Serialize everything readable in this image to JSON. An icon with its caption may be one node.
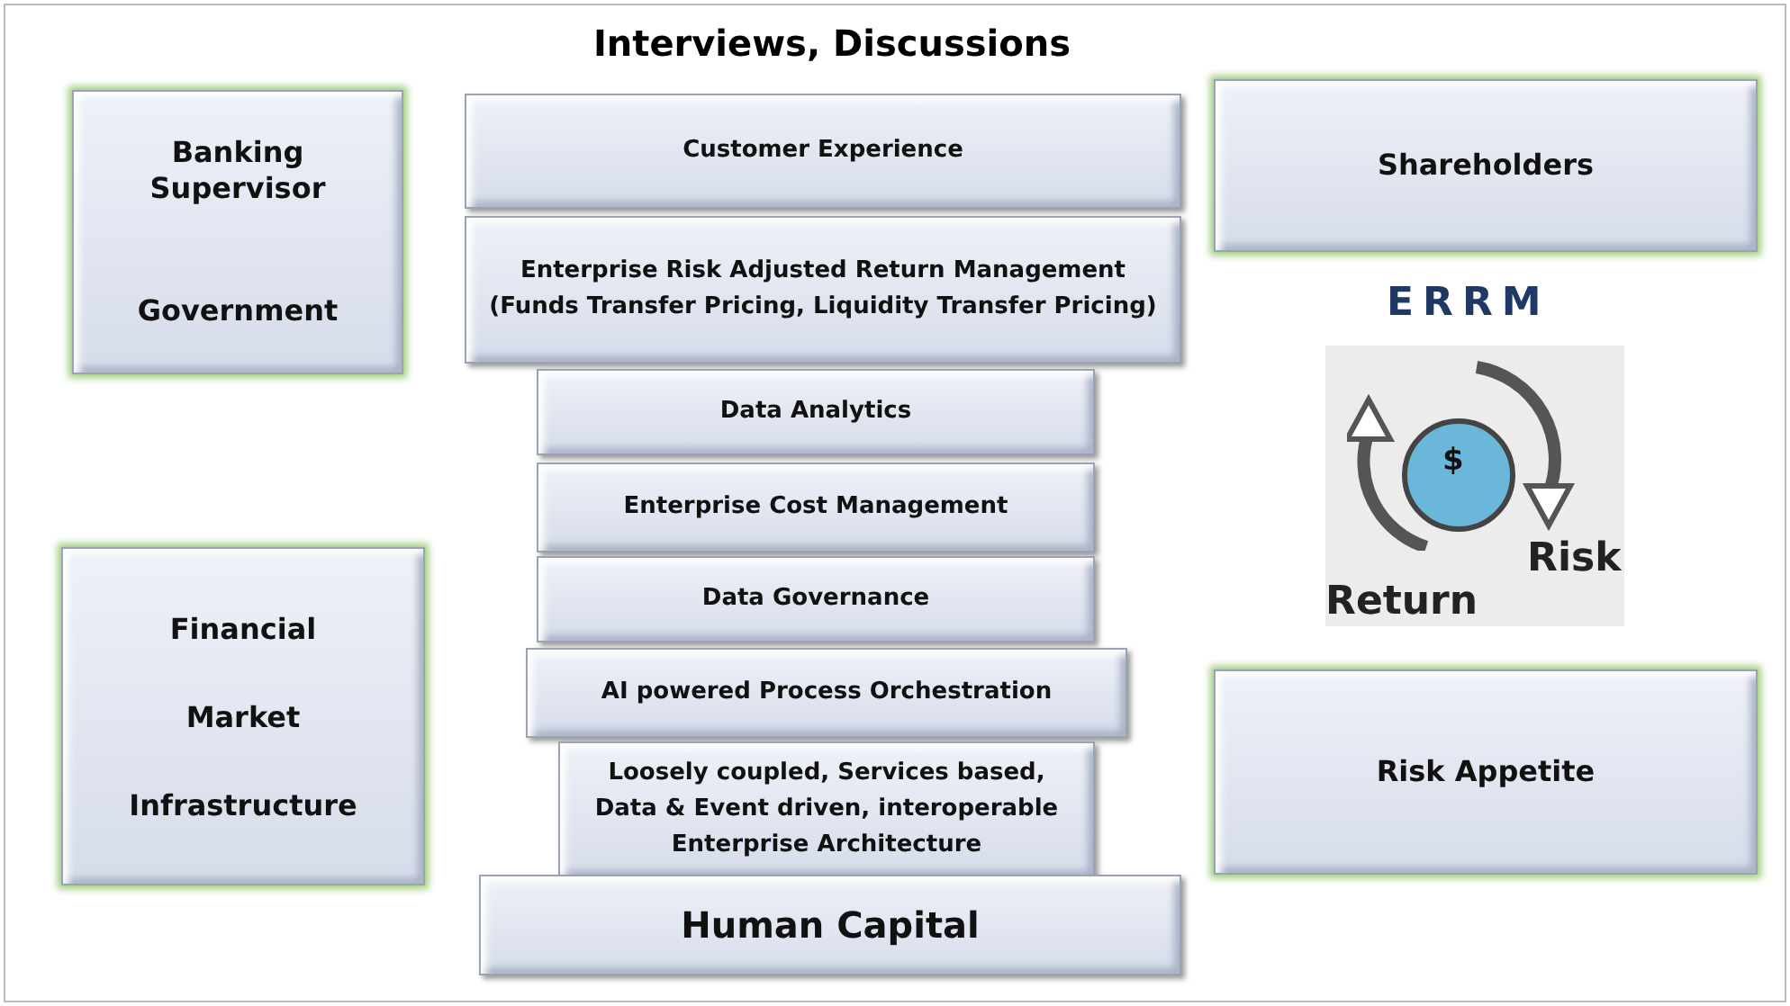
{
  "diagram": {
    "title": "Interviews, Discussions",
    "nodes": [
      {
        "text": [
          "Banking Supervisor",
          "Government"
        ]
      },
      {
        "text": [
          "Financial Market Infrastructure"
        ]
      },
      {
        "text": [
          "Customer Experience"
        ]
      },
      {
        "text": [
          "Enterprise Risk Adjusted Return Management (Funds Transfer Pricing, Liquidity Transfer Pricing)"
        ]
      },
      {
        "text": [
          "Data Analytics"
        ]
      },
      {
        "text": [
          "Enterprise Cost Management"
        ]
      },
      {
        "text": [
          "Data Governance"
        ]
      },
      {
        "text": [
          "AI powered Process Orchestration"
        ]
      },
      {
        "text": [
          "Loosely coupled, Services based, Data & Event driven, interoperable Enterprise Architecture"
        ]
      },
      {
        "text": [
          "Human Capital"
        ]
      },
      {
        "text": [
          "Shareholders"
        ]
      },
      {
        "text": [
          "Risk Appetite"
        ]
      }
    ],
    "labels": [
      "ERRM",
      "$",
      "Risk",
      "Return"
    ]
  }
}
